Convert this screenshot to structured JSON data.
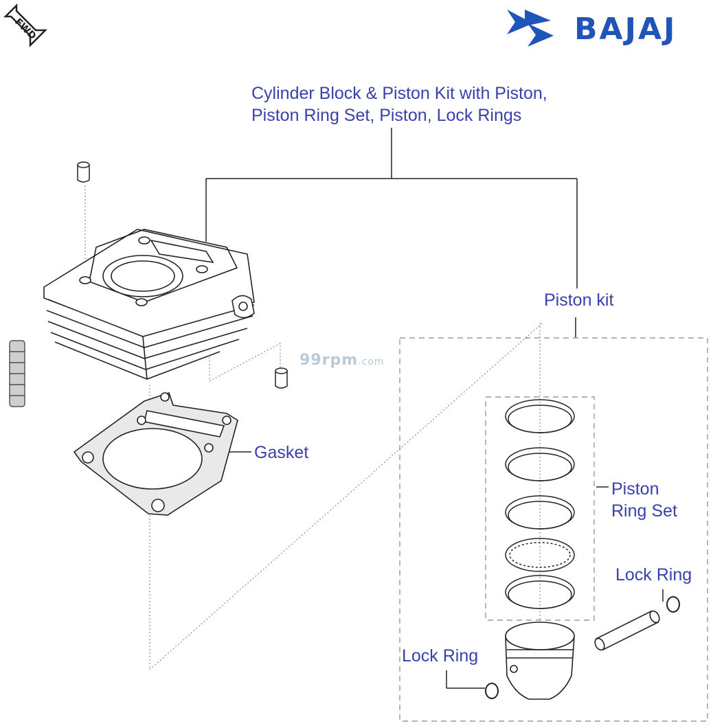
{
  "brand": {
    "name": "BAJAJ",
    "color": "#1f55b8",
    "logo": "bajaj-logo-icon"
  },
  "fwd_badge": {
    "text": "FWD",
    "icon": "fwd-arrow-icon"
  },
  "watermark": {
    "main": "99rpm",
    "suffix": ".com"
  },
  "labels": {
    "cylinder_line1": "Cylinder Block & Piston Kit with Piston,",
    "cylinder_line2": "Piston Ring Set, Piston, Lock Rings",
    "piston_kit": "Piston kit",
    "gasket": "Gasket",
    "ring_set_line1": "Piston",
    "ring_set_line2": "Ring Set",
    "lock_ring_right": "Lock Ring",
    "lock_ring_left": "Lock Ring"
  },
  "colors": {
    "label": "#3a3fae",
    "line": "#222222",
    "dash": "#999999"
  }
}
